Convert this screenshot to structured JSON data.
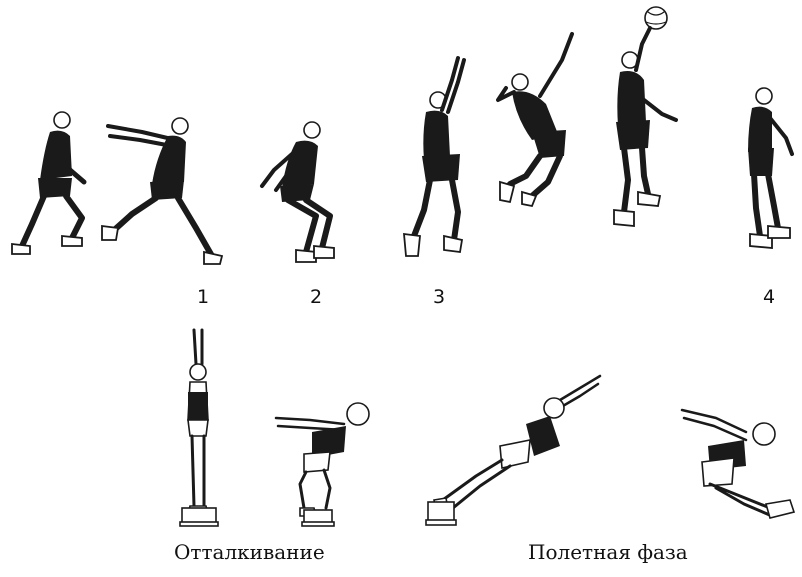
{
  "top_row": {
    "labels": [
      "1",
      "2",
      "3",
      "4"
    ]
  },
  "bottom_row": {
    "captions": [
      "Отталкивание",
      "Полетная фаза"
    ]
  },
  "icons": {
    "figures": "athlete-silhouette-icon",
    "ball": "volleyball-icon",
    "board": "takeoff-board-icon"
  },
  "colors": {
    "ink": "#1a1a1a",
    "paper": "#ffffff"
  }
}
